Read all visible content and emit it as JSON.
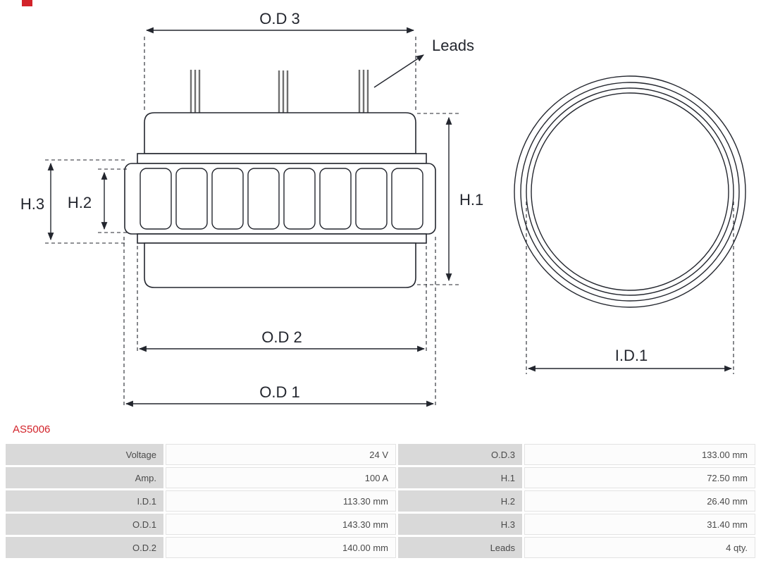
{
  "part_number": "AS5006",
  "diagram": {
    "labels": {
      "od3": "O.D 3",
      "od2": "O.D 2",
      "od1": "O.D 1",
      "h1": "H.1",
      "h2": "H.2",
      "h3": "H.3",
      "id1": "I.D.1",
      "leads": "Leads"
    }
  },
  "table": {
    "rows": [
      {
        "c1": "Voltage",
        "c2": "24 V",
        "c3": "O.D.3",
        "c4": "133.00 mm"
      },
      {
        "c1": "Amp.",
        "c2": "100 A",
        "c3": "H.1",
        "c4": "72.50 mm"
      },
      {
        "c1": "I.D.1",
        "c2": "113.30 mm",
        "c3": "H.2",
        "c4": "26.40 mm"
      },
      {
        "c1": "O.D.1",
        "c2": "143.30 mm",
        "c3": "H.3",
        "c4": "31.40 mm"
      },
      {
        "c1": "O.D.2",
        "c2": "140.00 mm",
        "c3": "Leads",
        "c4": "4 qty."
      }
    ]
  },
  "colors": {
    "accent_red": "#d2232a",
    "line": "#23262e",
    "table_label_bg": "#d9d9d9",
    "table_value_bg": "#fcfcfc"
  }
}
